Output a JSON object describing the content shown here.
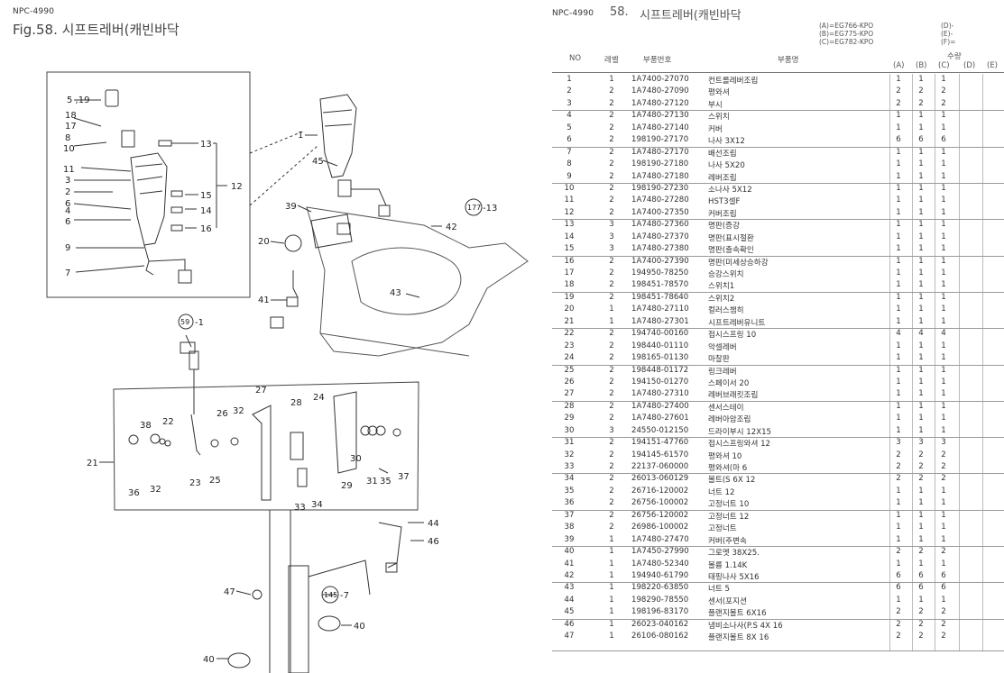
{
  "left": {
    "code": "NPC-4990",
    "fig_title": "Fig.58.   시프트레버(캐빈바닥"
  },
  "right": {
    "code": "NPC-4990",
    "fig_no": "58.",
    "title": "시프트레버(캐빈바닥",
    "models_left": [
      "(A)=EG766-KPO",
      "(B)=EG775-KPO",
      "(C)=EG782-KPO"
    ],
    "models_right": [
      "(D)-",
      "(E)-",
      "(F)="
    ],
    "qty_label": "수량",
    "col_no": "NO",
    "col_level": "레벨",
    "col_partno": "부품번호",
    "col_name": "부품명",
    "col_a": "(A)",
    "col_b": "(B)",
    "col_c": "(C)",
    "col_d": "(D)",
    "col_e": "(E)"
  },
  "parts": [
    {
      "no": "1",
      "lv": "1",
      "pn": "1A7400-27070",
      "name": "컨트롤레버조립",
      "a": "1",
      "b": "1",
      "c": "1",
      "sep": false
    },
    {
      "no": "2",
      "lv": "2",
      "pn": "1A7480-27090",
      "name": "평와셔",
      "a": "2",
      "b": "2",
      "c": "2",
      "sep": false
    },
    {
      "no": "3",
      "lv": "2",
      "pn": "1A7480-27120",
      "name": "부시",
      "a": "2",
      "b": "2",
      "c": "2",
      "sep": false
    },
    {
      "no": "4",
      "lv": "2",
      "pn": "1A7480-27130",
      "name": "스위치",
      "a": "1",
      "b": "1",
      "c": "1",
      "sep": true
    },
    {
      "no": "5",
      "lv": "2",
      "pn": "1A7480-27140",
      "name": "커버",
      "a": "1",
      "b": "1",
      "c": "1",
      "sep": false
    },
    {
      "no": "6",
      "lv": "2",
      "pn": "198190-27170",
      "name": "나사 3X12",
      "a": "6",
      "b": "6",
      "c": "6",
      "sep": false
    },
    {
      "no": "7",
      "lv": "2",
      "pn": "1A7480-27170",
      "name": "배선조립",
      "a": "1",
      "b": "1",
      "c": "1",
      "sep": true
    },
    {
      "no": "8",
      "lv": "2",
      "pn": "198190-27180",
      "name": "나사 5X20",
      "a": "1",
      "b": "1",
      "c": "1",
      "sep": false
    },
    {
      "no": "9",
      "lv": "2",
      "pn": "1A7480-27180",
      "name": "레버조립",
      "a": "1",
      "b": "1",
      "c": "1",
      "sep": false
    },
    {
      "no": "10",
      "lv": "2",
      "pn": "198190-27230",
      "name": "소나사 5X12",
      "a": "1",
      "b": "1",
      "c": "1",
      "sep": true
    },
    {
      "no": "11",
      "lv": "2",
      "pn": "1A7480-27280",
      "name": "HST3셀F",
      "a": "1",
      "b": "1",
      "c": "1",
      "sep": false
    },
    {
      "no": "12",
      "lv": "2",
      "pn": "1A7400-27350",
      "name": "커버조립",
      "a": "1",
      "b": "1",
      "c": "1",
      "sep": false
    },
    {
      "no": "13",
      "lv": "3",
      "pn": "1A7480-27360",
      "name": "명판(증강",
      "a": "1",
      "b": "1",
      "c": "1",
      "sep": true
    },
    {
      "no": "14",
      "lv": "3",
      "pn": "1A7480-27370",
      "name": "명판(표시절환",
      "a": "1",
      "b": "1",
      "c": "1",
      "sep": false
    },
    {
      "no": "15",
      "lv": "3",
      "pn": "1A7480-27380",
      "name": "명판(출속확인",
      "a": "1",
      "b": "1",
      "c": "1",
      "sep": false
    },
    {
      "no": "16",
      "lv": "2",
      "pn": "1A7400-27390",
      "name": "명판(미세상승하강",
      "a": "1",
      "b": "1",
      "c": "1",
      "sep": true
    },
    {
      "no": "17",
      "lv": "2",
      "pn": "194950-78250",
      "name": "승강스위치",
      "a": "1",
      "b": "1",
      "c": "1",
      "sep": false
    },
    {
      "no": "18",
      "lv": "2",
      "pn": "198451-78570",
      "name": "스위치1",
      "a": "1",
      "b": "1",
      "c": "1",
      "sep": false
    },
    {
      "no": "19",
      "lv": "2",
      "pn": "198451-78640",
      "name": "스위치2",
      "a": "1",
      "b": "1",
      "c": "1",
      "sep": true
    },
    {
      "no": "20",
      "lv": "1",
      "pn": "1A7480-27110",
      "name": "컬러스챔히",
      "a": "1",
      "b": "1",
      "c": "1",
      "sep": false
    },
    {
      "no": "21",
      "lv": "1",
      "pn": "1A7480-27301",
      "name": "시프트레버유니트",
      "a": "1",
      "b": "1",
      "c": "1",
      "sep": false
    },
    {
      "no": "22",
      "lv": "2",
      "pn": "194740-00160",
      "name": "접시스프링 10",
      "a": "4",
      "b": "4",
      "c": "4",
      "sep": true
    },
    {
      "no": "23",
      "lv": "2",
      "pn": "198440-01110",
      "name": "악셀레버",
      "a": "1",
      "b": "1",
      "c": "1",
      "sep": false
    },
    {
      "no": "24",
      "lv": "2",
      "pn": "198165-01130",
      "name": "마찰판",
      "a": "1",
      "b": "1",
      "c": "1",
      "sep": false
    },
    {
      "no": "25",
      "lv": "2",
      "pn": "198448-01172",
      "name": "링크레버",
      "a": "1",
      "b": "1",
      "c": "1",
      "sep": true
    },
    {
      "no": "26",
      "lv": "2",
      "pn": "194150-01270",
      "name": "스페이서 20",
      "a": "1",
      "b": "1",
      "c": "1",
      "sep": false
    },
    {
      "no": "27",
      "lv": "2",
      "pn": "1A7480-27310",
      "name": "레버브래킷조립",
      "a": "1",
      "b": "1",
      "c": "1",
      "sep": false
    },
    {
      "no": "28",
      "lv": "2",
      "pn": "1A7480-27400",
      "name": "센서스테이",
      "a": "1",
      "b": "1",
      "c": "1",
      "sep": true
    },
    {
      "no": "29",
      "lv": "2",
      "pn": "1A7480-27601",
      "name": "레버아암조립",
      "a": "1",
      "b": "1",
      "c": "1",
      "sep": false
    },
    {
      "no": "30",
      "lv": "3",
      "pn": "24550-012150",
      "name": "드라이부시 12X15",
      "a": "1",
      "b": "1",
      "c": "1",
      "sep": false
    },
    {
      "no": "31",
      "lv": "2",
      "pn": "194151-47760",
      "name": "접시스프링와셔 12",
      "a": "3",
      "b": "3",
      "c": "3",
      "sep": true
    },
    {
      "no": "32",
      "lv": "2",
      "pn": "194145-61570",
      "name": "평와셔 10",
      "a": "2",
      "b": "2",
      "c": "2",
      "sep": false
    },
    {
      "no": "33",
      "lv": "2",
      "pn": "22137-060000",
      "name": "평와셔(마 6",
      "a": "2",
      "b": "2",
      "c": "2",
      "sep": false
    },
    {
      "no": "34",
      "lv": "2",
      "pn": "26013-060129",
      "name": "볼트(S 6X 12",
      "a": "2",
      "b": "2",
      "c": "2",
      "sep": true
    },
    {
      "no": "35",
      "lv": "2",
      "pn": "26716-120002",
      "name": "너트 12",
      "a": "1",
      "b": "1",
      "c": "1",
      "sep": false
    },
    {
      "no": "36",
      "lv": "2",
      "pn": "26756-100002",
      "name": "고정너트 10",
      "a": "1",
      "b": "1",
      "c": "1",
      "sep": false
    },
    {
      "no": "37",
      "lv": "2",
      "pn": "26756-120002",
      "name": "고정너트 12",
      "a": "1",
      "b": "1",
      "c": "1",
      "sep": true
    },
    {
      "no": "38",
      "lv": "2",
      "pn": "26986-100002",
      "name": "고정너트",
      "a": "1",
      "b": "1",
      "c": "1",
      "sep": false
    },
    {
      "no": "39",
      "lv": "1",
      "pn": "1A7480-27470",
      "name": "커버(주변속",
      "a": "1",
      "b": "1",
      "c": "1",
      "sep": false
    },
    {
      "no": "40",
      "lv": "1",
      "pn": "1A7450-27990",
      "name": "그로멧 38X25.",
      "a": "2",
      "b": "2",
      "c": "2",
      "sep": true
    },
    {
      "no": "41",
      "lv": "1",
      "pn": "1A7480-52340",
      "name": "볼륨 1.14K",
      "a": "1",
      "b": "1",
      "c": "1",
      "sep": false
    },
    {
      "no": "42",
      "lv": "1",
      "pn": "194940-61790",
      "name": "태핑나사 5X16",
      "a": "6",
      "b": "6",
      "c": "6",
      "sep": false
    },
    {
      "no": "43",
      "lv": "1",
      "pn": "198220-63850",
      "name": "너트 5",
      "a": "6",
      "b": "6",
      "c": "6",
      "sep": true
    },
    {
      "no": "44",
      "lv": "1",
      "pn": "198290-78550",
      "name": "센서(포지션",
      "a": "1",
      "b": "1",
      "c": "1",
      "sep": false
    },
    {
      "no": "45",
      "lv": "1",
      "pn": "198196-83170",
      "name": "플랜지볼트 6X16",
      "a": "2",
      "b": "2",
      "c": "2",
      "sep": false
    },
    {
      "no": "46",
      "lv": "1",
      "pn": "26023-040162",
      "name": "냄비소나사(P.S 4X 16",
      "a": "2",
      "b": "2",
      "c": "2",
      "sep": true
    },
    {
      "no": "47",
      "lv": "1",
      "pn": "26106-080162",
      "name": "플랜지볼트 8X 16",
      "a": "2",
      "b": "2",
      "c": "2",
      "sep": false
    }
  ],
  "callouts": {
    "c1": "1",
    "c2": "2",
    "c3": "3",
    "c4": "4",
    "c5": "5 ,19",
    "c6": "6",
    "c7": "7",
    "c8": "8",
    "c9": "9",
    "c10": "10",
    "c11": "11",
    "c12": "12",
    "c13": "13",
    "c14": "14",
    "c15": "15",
    "c16": "16",
    "c17": "17",
    "c18": "18",
    "c20": "20",
    "c21": "21",
    "c22": "22",
    "c23": "23",
    "c24": "24",
    "c25": "25",
    "c26": "26",
    "c27": "27",
    "c28": "28",
    "c29": "29",
    "c30": "30",
    "c31": "31",
    "c32": "32",
    "c32b": "32",
    "c33": "33",
    "c34": "34",
    "c35": "35",
    "c36": "36",
    "c37": "37",
    "c38": "38",
    "c39": "39",
    "c40": "40",
    "c40b": "40",
    "c41": "41",
    "c42": "42",
    "c43": "43",
    "c44": "44",
    "c45": "45",
    "c46": "46",
    "c47": "47",
    "ref59": "59",
    "ref59s": "-1",
    "ref177": "177",
    "ref177s": "-13",
    "ref145": "145",
    "ref145s": "-7"
  }
}
